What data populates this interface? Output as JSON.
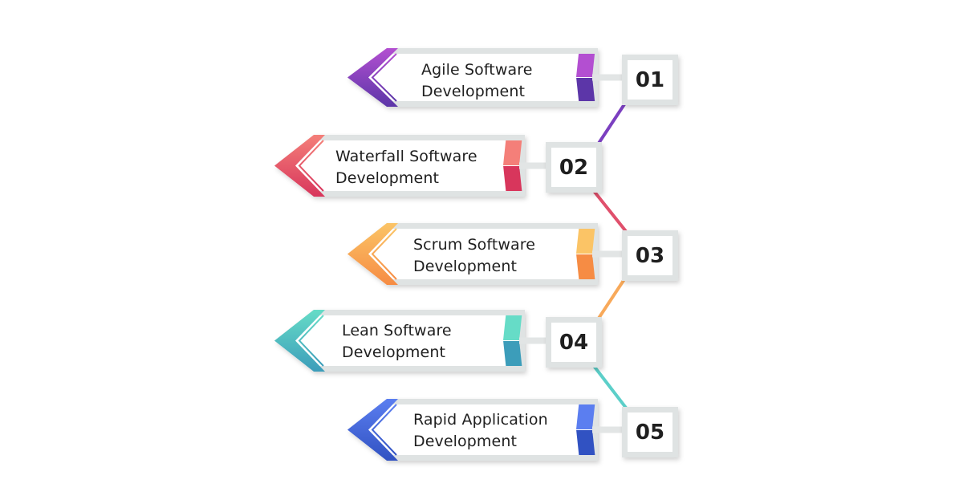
{
  "items": [
    {
      "number": "01",
      "line1": "Agile Software",
      "line2": "Development",
      "colors": {
        "light": "#b34fd1",
        "dark": "#5c36a8"
      }
    },
    {
      "number": "02",
      "line1": "Waterfall Software",
      "line2": "Development",
      "colors": {
        "light": "#f47f79",
        "dark": "#d8365c"
      }
    },
    {
      "number": "03",
      "line1": "Scrum Software",
      "line2": "Development",
      "colors": {
        "light": "#fbc466",
        "dark": "#f68c44"
      }
    },
    {
      "number": "04",
      "line1": "Lean Software",
      "line2": "Development",
      "colors": {
        "light": "#66dcc7",
        "dark": "#3c9dba"
      }
    },
    {
      "number": "05",
      "line1": "Rapid Application",
      "line2": "Development",
      "colors": {
        "light": "#5b7ef0",
        "dark": "#3152c2"
      }
    }
  ]
}
